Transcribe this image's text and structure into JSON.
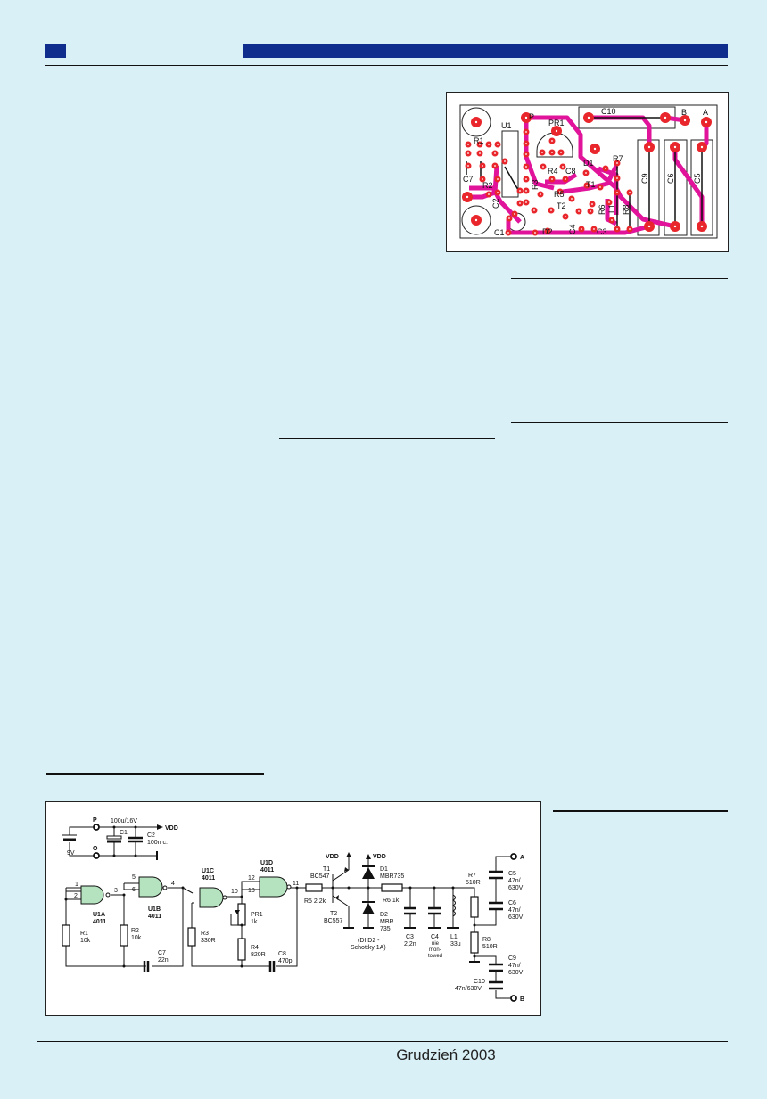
{
  "colors": {
    "background": "#d9f0f7",
    "header_blue": "#0f2d8c",
    "pcb_trace": "#e0139a",
    "pcb_pad": "#e8262b"
  },
  "footer": {
    "date": "Grudzień 2003"
  },
  "pcb": {
    "labels": {
      "u1": "U1",
      "pr1": "PR1",
      "p": "P",
      "c10": "C10",
      "b": "B",
      "a": "A",
      "r1": "R1",
      "c7": "C7",
      "r2": "R2",
      "c2": "C2",
      "c1": "C1",
      "r4": "R4",
      "c8": "C8",
      "r3": "R3",
      "r5": "R5",
      "t2": "T2",
      "d1": "D1",
      "t1": "T1",
      "r6": "R6",
      "l1": "L1",
      "d2": "D2",
      "c4": "C4",
      "c3": "C3",
      "r7": "R7",
      "r8": "R8",
      "c9": "C9",
      "c6": "C6",
      "c5": "C5"
    }
  },
  "schematic": {
    "p": "P",
    "o": "O",
    "bat": "9V",
    "c1": "C1",
    "c1v": "100u/16V",
    "c2": "C2",
    "c2v": "100n c.",
    "vdd": "VDD",
    "u1a": "U1A",
    "u1b": "U1B",
    "u1c": "U1C",
    "u1d": "U1D",
    "ic": "4011",
    "pin1": "1",
    "pin2": "2",
    "pin3": "3",
    "pin4": "4",
    "pin5": "5",
    "pin6": "6",
    "pin10": "10",
    "pin11": "11",
    "pin12": "12",
    "pin13": "13",
    "r1": "R1",
    "r1v": "10k",
    "r2": "R2",
    "r2v": "10k",
    "c7": "C7",
    "c7v": "22n",
    "r3": "R3",
    "r3v": "330R",
    "pr1": "PR1",
    "pr1v": "1k",
    "r4": "R4",
    "r4v": "820R",
    "c8": "C8",
    "c8v": "470p",
    "r5": "R5 2,2k",
    "t1": "T1",
    "t1v": "BC547",
    "t2": "T2",
    "t2v": "BC557",
    "d1": "D1",
    "d1v": "MBR735",
    "d2": "D2",
    "d2v1": "MBR",
    "d2v2": "735",
    "note1": "(DI,D2 -",
    "note2": "Schottky 1A)",
    "r6": "R6 1k",
    "c3": "C3",
    "c3v": "2,2n",
    "c4": "C4",
    "c4v1": "nie",
    "c4v2": "mon-",
    "c4v3": "towed",
    "l1": "L1",
    "l1v": "33u",
    "r7": "R7",
    "r7v": "510R",
    "r8": "R8",
    "r8v": "510R",
    "c5": "C5",
    "c6": "C6",
    "c9": "C9",
    "cv1": "47n/",
    "cv2": "630V",
    "c10": "C10",
    "c10v": "47n/630V",
    "a": "A",
    "b": "B"
  }
}
